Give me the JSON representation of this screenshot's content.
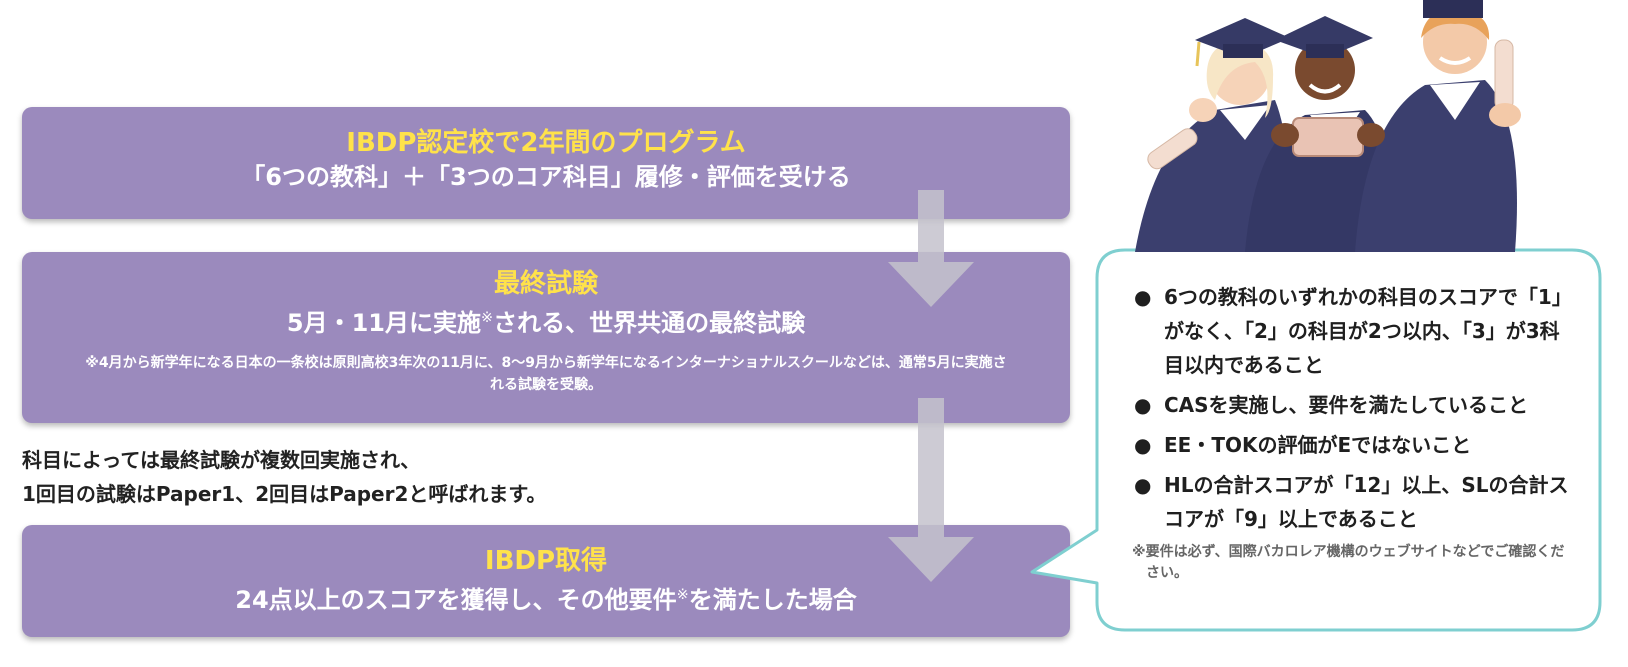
{
  "boxes": {
    "program": {
      "title": "IBDP認定校で2年間のプログラム",
      "subtitle": "「6つの教科」＋「3つのコア科目」履修・評価を受ける"
    },
    "exam": {
      "title": "最終試験",
      "subtitle_before": "5月・11月に実施",
      "subtitle_mark": "※",
      "subtitle_after": "される、世界共通の最終試験",
      "note": "※4月から新学年になる日本の一条校は原則高校3年次の11月に、8〜9月から新学年になるインターナショナルスクールなどは、通常5月に実施される試験を受験。"
    },
    "acquire": {
      "title": "IBDP取得",
      "subtitle_before": "24点以上のスコアを獲得し、その他要件",
      "subtitle_mark": "※",
      "subtitle_after": "を満たした場合"
    }
  },
  "between_text": {
    "line1": "科目によっては最終試験が複数回実施され、",
    "line2": "1回目の試験はPaper1、2回目はPaper2と呼ばれます。"
  },
  "requirements": {
    "bullet": "●",
    "items": [
      "6つの教科のいずれかの科目のスコアで「1」がなく、「2」の科目が2つ以内、「3」が3科目以内であること",
      "CASを実施し、要件を満たしていること",
      "EE・TOKの評価がEではないこと",
      "HLの合計スコアが「12」以上、SLの合計スコアが「9」以上であること"
    ],
    "note": "※要件は必ず、国際バカロレア機構のウェブサイトなどでご確認ください。"
  },
  "colors": {
    "box_fill": "#9b8abd",
    "title_yellow": "#ffe24a",
    "arrow_fill": "#c4c2cc",
    "callout_border": "#7fcfd0",
    "gown": "#3b3f6e"
  }
}
